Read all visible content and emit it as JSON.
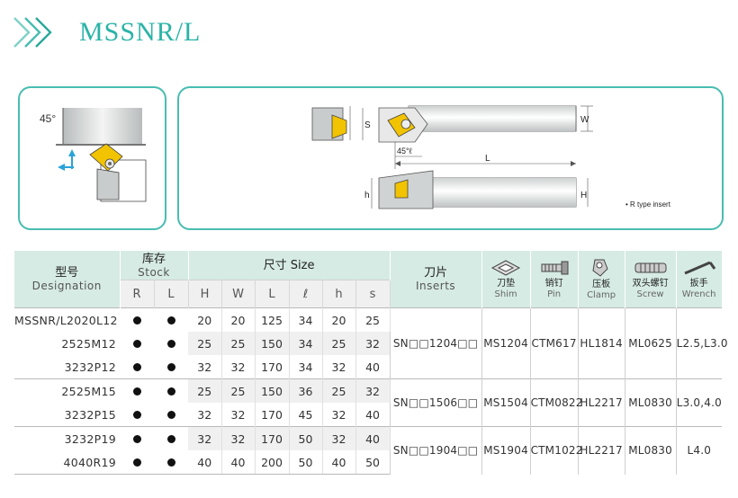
{
  "header": {
    "title": "MSSNR/L"
  },
  "diagram": {
    "angle_label": "45°",
    "dim_s": "S",
    "dim_w": "W",
    "dim_45l": "45°ℓ",
    "dim_l": "L",
    "dim_h_small": "h",
    "dim_h_big": "H",
    "note": "• R type insert"
  },
  "table": {
    "headers": {
      "designation_cn": "型号",
      "designation_en": "Designation",
      "stock_cn": "库存",
      "stock_en": "Stock",
      "stock_r": "R",
      "stock_l": "L",
      "size_label": "尺寸 Size",
      "size_cols": [
        "H",
        "W",
        "L",
        "ℓ",
        "h",
        "s"
      ],
      "inserts_cn": "刀片",
      "inserts_en": "Inserts",
      "shim_cn": "刀垫",
      "shim_en": "Shim",
      "pin_cn": "销钉",
      "pin_en": "Pin",
      "clamp_cn": "压板",
      "clamp_en": "Clamp",
      "screw_cn": "双头螺钉",
      "screw_en": "Screw",
      "wrench_cn": "扳手",
      "wrench_en": "Wrench"
    },
    "rows": [
      {
        "designation": "MSSNR/L2020L12",
        "H": "20",
        "W": "20",
        "L": "125",
        "l": "34",
        "h": "20",
        "s": "25"
      },
      {
        "designation": "2525M12",
        "H": "25",
        "W": "25",
        "L": "150",
        "l": "34",
        "h": "25",
        "s": "32"
      },
      {
        "designation": "3232P12",
        "H": "32",
        "W": "32",
        "L": "170",
        "l": "34",
        "h": "32",
        "s": "40"
      },
      {
        "designation": "2525M15",
        "H": "25",
        "W": "25",
        "L": "150",
        "l": "36",
        "h": "25",
        "s": "32"
      },
      {
        "designation": "3232P15",
        "H": "32",
        "W": "32",
        "L": "170",
        "l": "45",
        "h": "32",
        "s": "40"
      },
      {
        "designation": "3232P19",
        "H": "32",
        "W": "32",
        "L": "170",
        "l": "50",
        "h": "32",
        "s": "40"
      },
      {
        "designation": "4040R19",
        "H": "40",
        "W": "40",
        "L": "200",
        "l": "50",
        "h": "40",
        "s": "50"
      }
    ],
    "groups": [
      {
        "insert": "SN□□1204□□",
        "shim": "MS1204",
        "pin": "CTM617",
        "clamp": "HL1814",
        "screw": "ML0625",
        "wrench": "L2.5,L3.0"
      },
      {
        "insert": "SN□□1506□□",
        "shim": "MS1504",
        "pin": "CTM0822",
        "clamp": "HL2217",
        "screw": "ML0830",
        "wrench": "L3.0,4.0"
      },
      {
        "insert": "SN□□1904□□",
        "shim": "MS1904",
        "pin": "CTM1022",
        "clamp": "HL2217",
        "screw": "ML0830",
        "wrench": "L4.0"
      }
    ]
  }
}
